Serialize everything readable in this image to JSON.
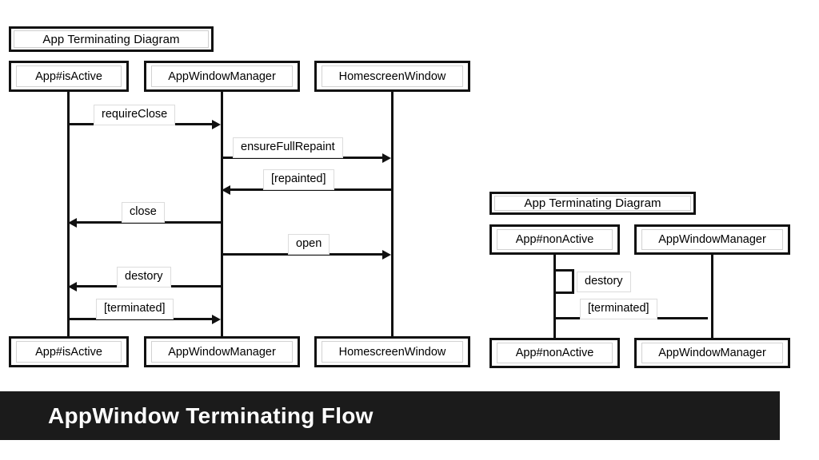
{
  "slide": {
    "banner_title": "AppWindow Terminating Flow",
    "background_color": "#ffffff",
    "banner_color": "#1b1b1b",
    "banner_text_color": "#ffffff",
    "line_color": "#111111"
  },
  "diagrams": [
    {
      "id": "left",
      "title": "App Terminating Diagram",
      "participants": [
        {
          "name": "App#isActive"
        },
        {
          "name": "AppWindowManager"
        },
        {
          "name": "HomescreenWindow"
        }
      ],
      "messages": [
        {
          "label": "requireClose",
          "from": "App#isActive",
          "to": "AppWindowManager",
          "direction": "right",
          "kind": "call"
        },
        {
          "label": "ensureFullRepaint",
          "from": "AppWindowManager",
          "to": "HomescreenWindow",
          "direction": "right",
          "kind": "call"
        },
        {
          "label": "[repainted]",
          "from": "HomescreenWindow",
          "to": "AppWindowManager",
          "direction": "left",
          "kind": "return"
        },
        {
          "label": "close",
          "from": "AppWindowManager",
          "to": "App#isActive",
          "direction": "left",
          "kind": "call"
        },
        {
          "label": "open",
          "from": "AppWindowManager",
          "to": "HomescreenWindow",
          "direction": "right",
          "kind": "call"
        },
        {
          "label": "destory",
          "from": "AppWindowManager",
          "to": "App#isActive",
          "direction": "left",
          "kind": "call"
        },
        {
          "label": "[terminated]",
          "from": "App#isActive",
          "to": "AppWindowManager",
          "direction": "right",
          "kind": "return"
        }
      ]
    },
    {
      "id": "right",
      "title": "App Terminating Diagram",
      "participants": [
        {
          "name": "App#nonActive"
        },
        {
          "name": "AppWindowManager"
        }
      ],
      "messages": [
        {
          "label": "destory",
          "from": "App#nonActive",
          "to": "App#nonActive",
          "direction": "self",
          "kind": "call"
        },
        {
          "label": "[terminated]",
          "from": "App#nonActive",
          "to": "AppWindowManager",
          "direction": "right",
          "kind": "return"
        }
      ]
    }
  ]
}
